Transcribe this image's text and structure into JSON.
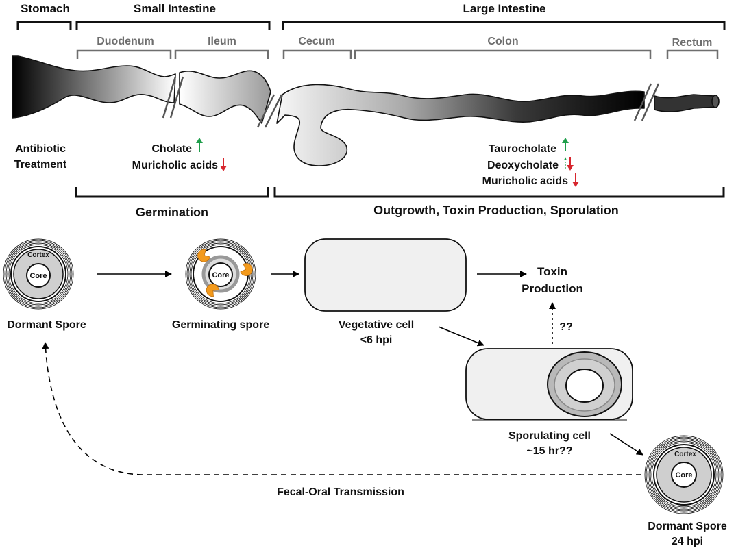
{
  "regions": {
    "stomach": "Stomach",
    "small_intestine": "Small Intestine",
    "large_intestine": "Large Intestine",
    "duodenum": "Duodenum",
    "ileum": "Ileum",
    "cecum": "Cecum",
    "colon": "Colon",
    "rectum": "Rectum"
  },
  "labels": {
    "antibiotic_1": "Antibiotic",
    "antibiotic_2": "Treatment",
    "cholate": "Cholate",
    "muricholic_small": "Muricholic acids",
    "taurocholate": "Taurocholate",
    "deoxycholate": "Deoxycholate",
    "muricholic_large": "Muricholic acids",
    "germination": "Germination",
    "outgrowth": "Outgrowth, Toxin Production, Sporulation"
  },
  "cells": {
    "cortex_label": "Cortex",
    "core_label": "Core",
    "dormant_spore": "Dormant Spore",
    "germinating_spore": "Germinating spore",
    "vegetative_1": "Vegetative cell",
    "vegetative_2": "<6 hpi",
    "toxin_1": "Toxin",
    "toxin_2": "Production",
    "unknown": "??",
    "sporulating_1": "Sporulating cell",
    "sporulating_2": "~15 hr??",
    "dormant_final_1": "Dormant Spore",
    "dormant_final_2": "24 hpi",
    "fecal_oral": "Fecal-Oral Transmission"
  },
  "colors": {
    "up_arrow": "#1e9e4a",
    "down_arrow": "#d7262e",
    "germinant_receptor": "#f39a1c",
    "bracket_dark": "#111111",
    "bracket_gray": "#6e6e6e"
  }
}
